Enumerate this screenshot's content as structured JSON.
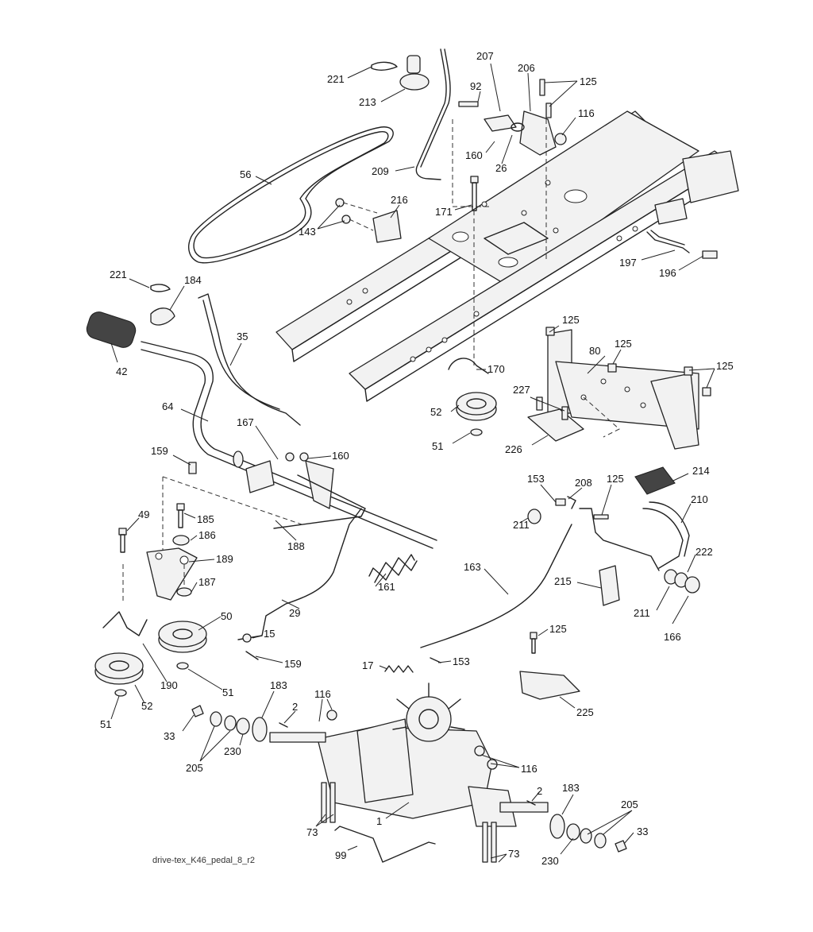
{
  "diagram": {
    "drawing_id": "drive-tex_K46_pedal_8_r2",
    "callouts": {
      "c221a": "221",
      "c213": "213",
      "c56": "56",
      "c209": "209",
      "c92": "92",
      "c207": "207",
      "c206": "206",
      "c125a": "125",
      "c116a": "116",
      "c160a": "160",
      "c26": "26",
      "c171": "171",
      "c216": "216",
      "c143": "143",
      "c197": "197",
      "c196": "196",
      "c221b": "221",
      "c184": "184",
      "c42": "42",
      "c35": "35",
      "c64": "64",
      "c167": "167",
      "c160b": "160",
      "c159a": "159",
      "c185": "185",
      "c186": "186",
      "c49": "49",
      "c189": "189",
      "c187": "187",
      "c188": "188",
      "c50": "50",
      "c29": "29",
      "c15": "15",
      "c159b": "159",
      "c161": "161",
      "c190": "190",
      "c51a": "51",
      "c52a": "52",
      "c51b": "51",
      "c183a": "183",
      "c2a": "2",
      "c116b": "116",
      "c33a": "33",
      "c205a": "205",
      "c230a": "230",
      "c116c": "116",
      "c1": "1",
      "c73a": "73",
      "c99": "99",
      "c17": "17",
      "c153a": "153",
      "c170": "170",
      "c52b": "52",
      "c51c": "51",
      "c227": "227",
      "c226": "226",
      "c125b": "125",
      "c80": "80",
      "c125c": "125",
      "c125d": "125",
      "c153b": "153",
      "c208": "208",
      "c125e": "125",
      "c214": "214",
      "c211a": "211",
      "c210": "210",
      "c222": "222",
      "c163": "163",
      "c215": "215",
      "c211b": "211",
      "c166": "166",
      "c125f": "125",
      "c225": "225",
      "c2b": "2",
      "c183b": "183",
      "c205b": "205",
      "c33b": "33",
      "c230b": "230",
      "c73b": "73"
    }
  }
}
